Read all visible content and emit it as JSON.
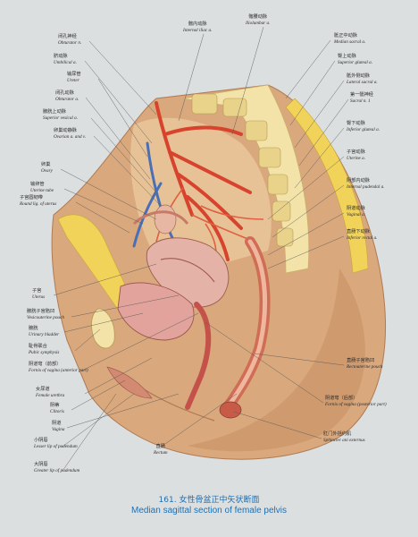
{
  "figure": {
    "number_title_zh": "161. 女性骨盆正中矢状断面",
    "title_en": "Median sagittal section of female pelvis"
  },
  "labels_top": [
    {
      "id": "internal-iliac",
      "zh": "髂内动脉",
      "en": "Internal iliac a."
    },
    {
      "id": "iliolumbar",
      "zh": "髂腰动脉",
      "en": "Iliolumbar a."
    }
  ],
  "labels_left": [
    {
      "id": "obturator-a-1",
      "zh": "闭孔神经",
      "en": "Obturator n."
    },
    {
      "id": "umbilical",
      "zh": "脐动脉",
      "en": "Umbilical a."
    },
    {
      "id": "ureter",
      "zh": "输尿管",
      "en": "Ureter"
    },
    {
      "id": "obturator-a-2",
      "zh": "闭孔动脉",
      "en": "Obturator a."
    },
    {
      "id": "superior-vesical",
      "zh": "膀胱上动脉",
      "en": "Superior vesical a."
    },
    {
      "id": "ovarian",
      "zh": "卵巢动静脉",
      "en": "Ovarian a. and v."
    },
    {
      "id": "ovary",
      "zh": "卵巢",
      "en": "Ovary"
    },
    {
      "id": "uterine-tube",
      "zh": "输卵管",
      "en": "Uterine tube"
    },
    {
      "id": "round-lig",
      "zh": "子宫圆韧带",
      "en": "Round lig. of uterus"
    },
    {
      "id": "uterus",
      "zh": "子宫",
      "en": "Uterus"
    },
    {
      "id": "vesicouterine",
      "zh": "膀胱子宫陷凹",
      "en": "Vesicouterine pouch"
    },
    {
      "id": "bladder",
      "zh": "膀胱",
      "en": "Urinary bladder"
    },
    {
      "id": "pubic-symphysis",
      "zh": "耻骨联合",
      "en": "Pubic symphysis"
    },
    {
      "id": "fornix-anterior",
      "zh": "阴道穹（前部）",
      "en": "Fornix of vagina (anterior part)"
    },
    {
      "id": "urethra",
      "zh": "女尿道",
      "en": "Female urethra"
    },
    {
      "id": "clitoris",
      "zh": "阴蒂",
      "en": "Clitoris"
    },
    {
      "id": "vagina",
      "zh": "阴道",
      "en": "Vagina"
    },
    {
      "id": "labia-minora",
      "zh": "小阴唇",
      "en": "Lesser lip of pudendum"
    },
    {
      "id": "labia-majora",
      "zh": "大阴唇",
      "en": "Greater lip of pudendum"
    }
  ],
  "labels_right": [
    {
      "id": "median-sacral",
      "zh": "骶正中动脉",
      "en": "Median sacral a."
    },
    {
      "id": "superior-gluteal",
      "zh": "臀上动脉",
      "en": "Superior gluteal a."
    },
    {
      "id": "lateral-sacral",
      "zh": "骶外侧动脉",
      "en": "Lateral sacral a."
    },
    {
      "id": "sacral-n1",
      "zh": "第一骶神经",
      "en": "Sacral n. 1"
    },
    {
      "id": "inferior-gluteal",
      "zh": "臀下动脉",
      "en": "Inferior gluteal a."
    },
    {
      "id": "uterine-a",
      "zh": "子宫动脉",
      "en": "Uterine a."
    },
    {
      "id": "internal-pudendal",
      "zh": "阴部内动脉",
      "en": "Internal pudendal a."
    },
    {
      "id": "vaginal-a",
      "zh": "阴道动脉",
      "en": "Vaginal a."
    },
    {
      "id": "inferior-rectal",
      "zh": "直肠下动脉",
      "en": "Inferior rectal a."
    },
    {
      "id": "rectouterine",
      "zh": "直肠子宫陷凹",
      "en": "Rectouterine pouch"
    },
    {
      "id": "fornix-posterior",
      "zh": "阴道穹（后部）",
      "en": "Fornix of vagina (posterior part)"
    },
    {
      "id": "sphincter-ani",
      "zh": "肛门外括约肌",
      "en": "Sphincter ani externus"
    }
  ],
  "labels_bottom": [
    {
      "id": "rectum",
      "zh": "直肠",
      "en": "Rectum"
    }
  ]
}
